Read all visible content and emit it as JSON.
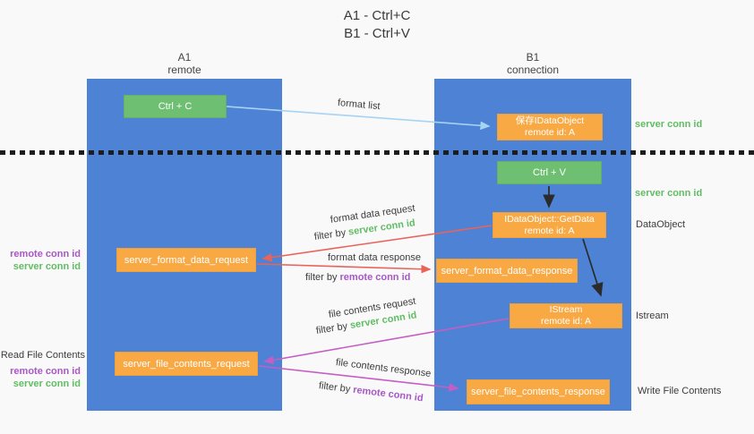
{
  "title": {
    "line1": "A1 - Ctrl+C",
    "line2": "B1 - Ctrl+V"
  },
  "columns": {
    "a": {
      "name": "A1",
      "subtitle": "remote"
    },
    "b": {
      "name": "B1",
      "subtitle": "connection"
    }
  },
  "nodes": {
    "ctrl_c": "Ctrl + C",
    "ctrl_v": "Ctrl + V",
    "save_dataobject": {
      "line1": "保存IDataObject",
      "line2": "remote id: A"
    },
    "getdata": {
      "line1": "IDataObject::GetData",
      "line2": "remote id: A"
    },
    "istream": {
      "line1": "IStream",
      "line2": "remote id: A"
    },
    "format_request": "server_format_data_request",
    "format_response": "server_format_data_response",
    "file_request": "server_file_contents_request",
    "file_response": "server_file_contents_response"
  },
  "labels": {
    "format_list": "format list",
    "format_data_request": "format data request",
    "format_data_response": "format data response",
    "file_contents_request": "file contents request",
    "file_contents_response": "file contents response",
    "filter_by": "filter by ",
    "server_conn_id": "server conn id",
    "remote_conn_id": "remote conn id",
    "dataobject": "DataObject",
    "istream": "Istream",
    "read_file_contents": "Read File Contents",
    "write_file_contents": "Write File Contents"
  },
  "colors": {
    "lane_blue": "#4e82d5",
    "node_green": "#6fbf73",
    "node_orange": "#f9a944",
    "arrow_light_blue": "#a6d3f2",
    "arrow_red": "#e96359",
    "arrow_magenta": "#c45ec4",
    "arrow_black": "#2b2b2b",
    "text_green": "#61bd64",
    "text_purple": "#a957c6",
    "background": "#f9f9f9"
  }
}
